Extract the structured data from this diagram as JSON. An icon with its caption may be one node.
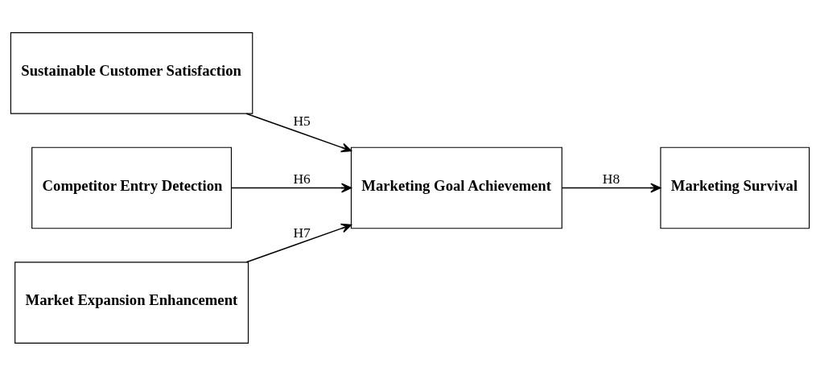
{
  "diagram": {
    "nodes": [
      {
        "text": [
          "Sustainable Customer Satisfaction"
        ]
      },
      {
        "text": [
          "Competitor Entry Detection"
        ]
      },
      {
        "text": [
          "Market Expansion Enhancement"
        ]
      },
      {
        "text": [
          "Marketing Goal Achievement"
        ]
      },
      {
        "text": [
          "Marketing Survival"
        ]
      }
    ],
    "edges": [
      {
        "from": 0,
        "to": 3,
        "arrow": "to",
        "label": "H5"
      },
      {
        "from": 1,
        "to": 3,
        "arrow": "to",
        "label": "H6"
      },
      {
        "from": 2,
        "to": 3,
        "arrow": "to",
        "label": "H7"
      },
      {
        "from": 3,
        "to": 4,
        "arrow": "to",
        "label": "H8"
      }
    ]
  }
}
